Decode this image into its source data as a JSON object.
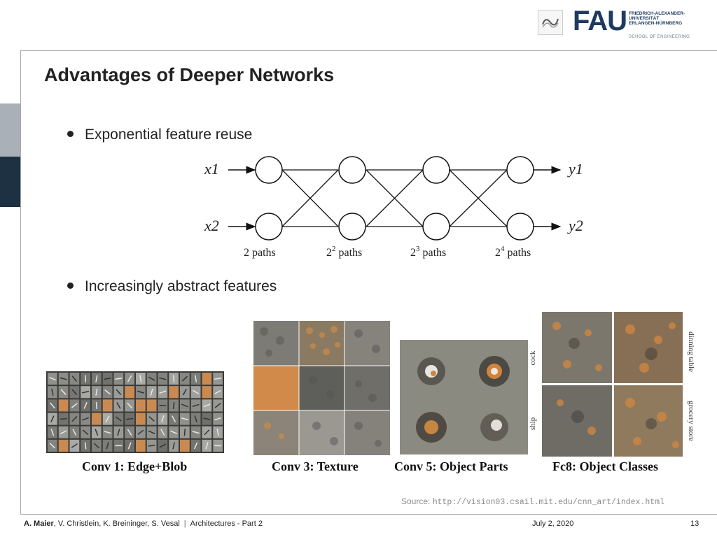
{
  "header": {
    "logo_text": "FAU",
    "university_lines": [
      "FRIEDRICH-ALEXANDER-",
      "UNIVERSITÄT",
      "ERLANGEN-NÜRNBERG"
    ],
    "school": "SCHOOL OF ENGINEERING"
  },
  "slide": {
    "title": "Advantages of Deeper Networks",
    "bullets": [
      "Exponential feature reuse",
      "Increasingly abstract features"
    ]
  },
  "diagram": {
    "inputs": [
      "x1",
      "x2"
    ],
    "outputs": [
      "y1",
      "y2"
    ],
    "path_labels": [
      {
        "base": "2 paths",
        "exp": ""
      },
      {
        "base": "2",
        "exp": "2",
        "suffix": " paths"
      },
      {
        "base": "2",
        "exp": "3",
        "suffix": " paths"
      },
      {
        "base": "2",
        "exp": "4",
        "suffix": " paths"
      }
    ]
  },
  "panels": {
    "captions": [
      "Conv 1: Edge+Blob",
      "Conv 3: Texture",
      "Conv 5: Object Parts",
      "Fc8: Object Classes"
    ],
    "fc8_labels": [
      "cock",
      "dinning table",
      "ship",
      "grocery store"
    ]
  },
  "source": {
    "prefix": "Source: ",
    "url": "http://vision03.csail.mit.edu/cnn_art/index.html"
  },
  "footer": {
    "author_main": "A. Maier",
    "coauthors": ", V. Christlein, K. Breininger, S. Vesal",
    "separator": "|",
    "lecture": "Architectures - Part 2",
    "date": "July 2, 2020",
    "page": "13"
  },
  "colors": {
    "brand_navy": "#1e3a5f",
    "accent_orange": "#e0873a",
    "tab_dark": "#1e3142",
    "tab_light": "#aab0b7"
  }
}
